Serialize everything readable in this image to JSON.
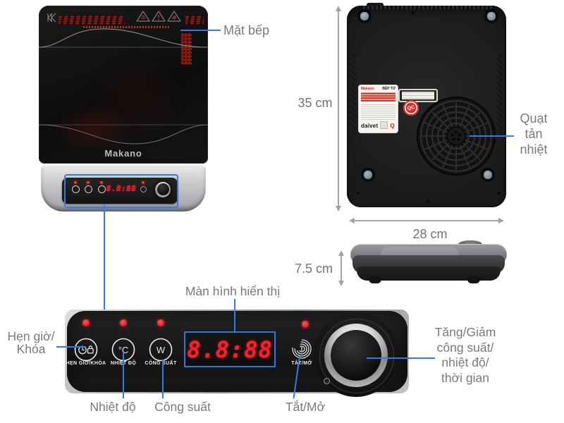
{
  "colors": {
    "callout_blue": "#3579e6",
    "led_red": "#f5222d",
    "label_gray": "#7a7a7a"
  },
  "front_view": {
    "brand": "Makano",
    "mini_display_value": "8.8:88",
    "surface_callout": "Mặt bếp"
  },
  "back_view": {
    "height_label": "35 cm",
    "width_label": "28 cm",
    "fan_callout_lines": [
      "Quạt",
      "tản",
      "nhiệt"
    ],
    "sticker": {
      "brand": "Makano",
      "product_type": "BẾP TỪ",
      "logo": "daivet",
      "q_mark": "Q",
      "qc_mark": "QC"
    }
  },
  "side_view": {
    "height_label": "7.5 cm"
  },
  "control_panel": {
    "display_value": "8.8:88",
    "buttons": {
      "timer_lock": {
        "label": "HẸN GIỜ/KHÓA"
      },
      "temperature": {
        "label": "NHIỆT ĐỘ",
        "icon_text": "°C"
      },
      "power": {
        "label": "CÔNG SUẤT",
        "icon_text": "W"
      },
      "on_off": {
        "label": "TẮT/MỞ"
      }
    },
    "callouts": {
      "display": "Màn hình hiển thị",
      "timer_lock_lines": [
        "Hẹn giờ/",
        "Khóa"
      ],
      "temperature": "Nhiệt độ",
      "power": "Công suất",
      "on_off": "Tắt/Mở",
      "knob_lines": [
        "Tăng/Giảm",
        "công suất/",
        "nhiệt độ/",
        "thời gian"
      ]
    }
  }
}
